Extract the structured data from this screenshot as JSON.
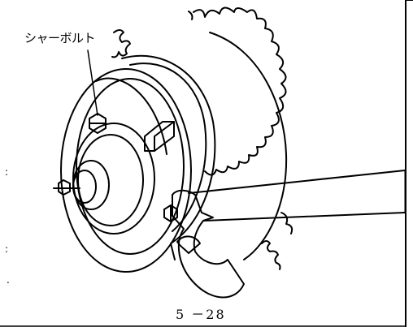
{
  "callout": {
    "label": "シャーボルト"
  },
  "figure_number": "5 －28",
  "edge_marks": [
    ":",
    ":",
    "."
  ],
  "colors": {
    "line": "#000000",
    "background": "#ffffff"
  },
  "icons": {
    "sprocket": "chain-sprocket-illustration",
    "hub": "rotor-hub-illustration",
    "bolt": "shear-bolt-illustration",
    "wrench": "wrench-illustration"
  }
}
